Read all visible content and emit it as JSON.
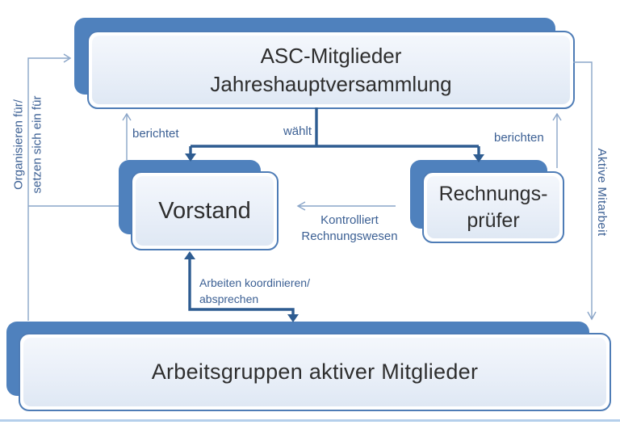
{
  "colors": {
    "accent_shadow_box": "#4f81bd",
    "box_border": "#4e7cb6",
    "box_fill_light": "#e9eff8",
    "box_text": "#2e2e2e",
    "thick_connector": "#2e5c91",
    "thin_connector": "#8aa5c8",
    "label_text": "#3c6094",
    "bottom_divider": "#b5cfeb"
  },
  "nodes": {
    "assembly": {
      "lines": [
        "ASC-Mitglieder",
        "Jahreshauptversammlung"
      ]
    },
    "vorstand": {
      "lines": [
        "Vorstand"
      ]
    },
    "pruefer": {
      "lines": [
        "Rechnungs-",
        "prüfer"
      ]
    },
    "arbeitsgruppen": {
      "lines": [
        "Arbeitsgruppen aktiver Mitglieder"
      ]
    }
  },
  "edge_labels": {
    "berichtet": "berichtet",
    "waehlt": "wählt",
    "berichten": "berichten",
    "kontrolliert": [
      "Kontrolliert",
      "Rechnungswesen"
    ],
    "koordinieren": [
      "Arbeiten koordinieren/",
      "absprechen"
    ],
    "organisieren": [
      "Organisieren für/",
      "setzen sich ein für"
    ],
    "aktive_mitarbeit": "Aktive Mitarbeit"
  }
}
